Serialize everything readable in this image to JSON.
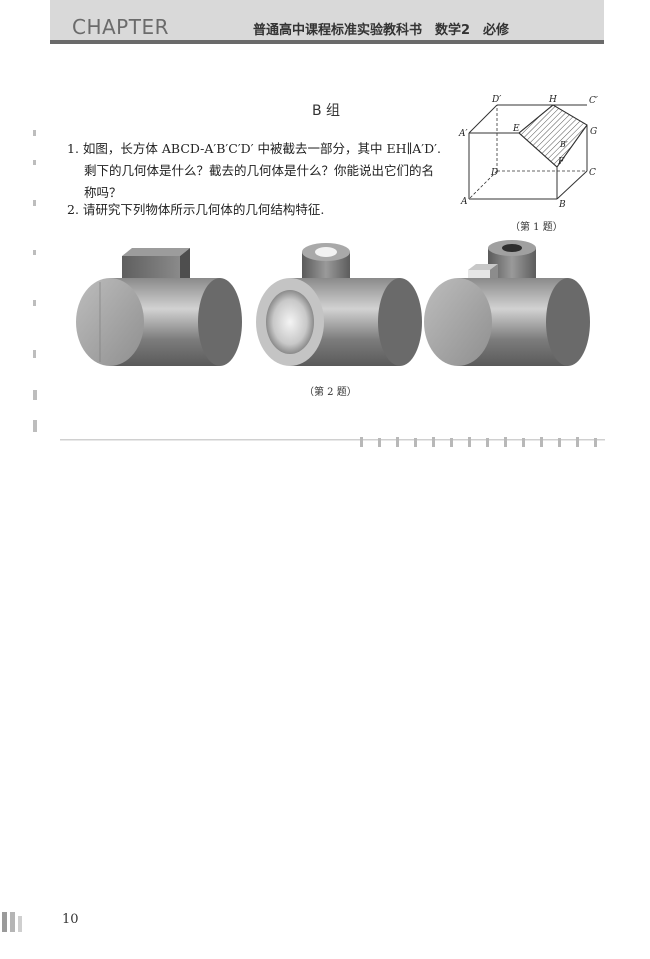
{
  "header": {
    "chapter": "CHAPTER",
    "book_title": "普通高中课程标准实验教科书　数学2　必修"
  },
  "section": {
    "title": "B 组"
  },
  "questions": [
    {
      "number": "1.",
      "line1": "如图，长方体 ABCD-A′B′C′D′ 中被截去一部分，其中 EH∥A′D′.",
      "line2": "剩下的几何体是什么？截去的几何体是什么？你能说出它们的名",
      "line3": "称吗？"
    },
    {
      "number": "2.",
      "line1": "请研究下列物体所示几何体的几何结构特征."
    }
  ],
  "figure1": {
    "caption": "（第 1 题）",
    "labels": {
      "Dp": "D′",
      "H": "H",
      "Cp": "C′",
      "Ap": "A′",
      "E": "E",
      "G": "G",
      "B": "B′",
      "F": "F",
      "D": "D",
      "C": "C",
      "A": "A",
      "Bb": "B"
    }
  },
  "figure2": {
    "caption": "（第 2 题）"
  },
  "footer": {
    "page_number": "10"
  }
}
